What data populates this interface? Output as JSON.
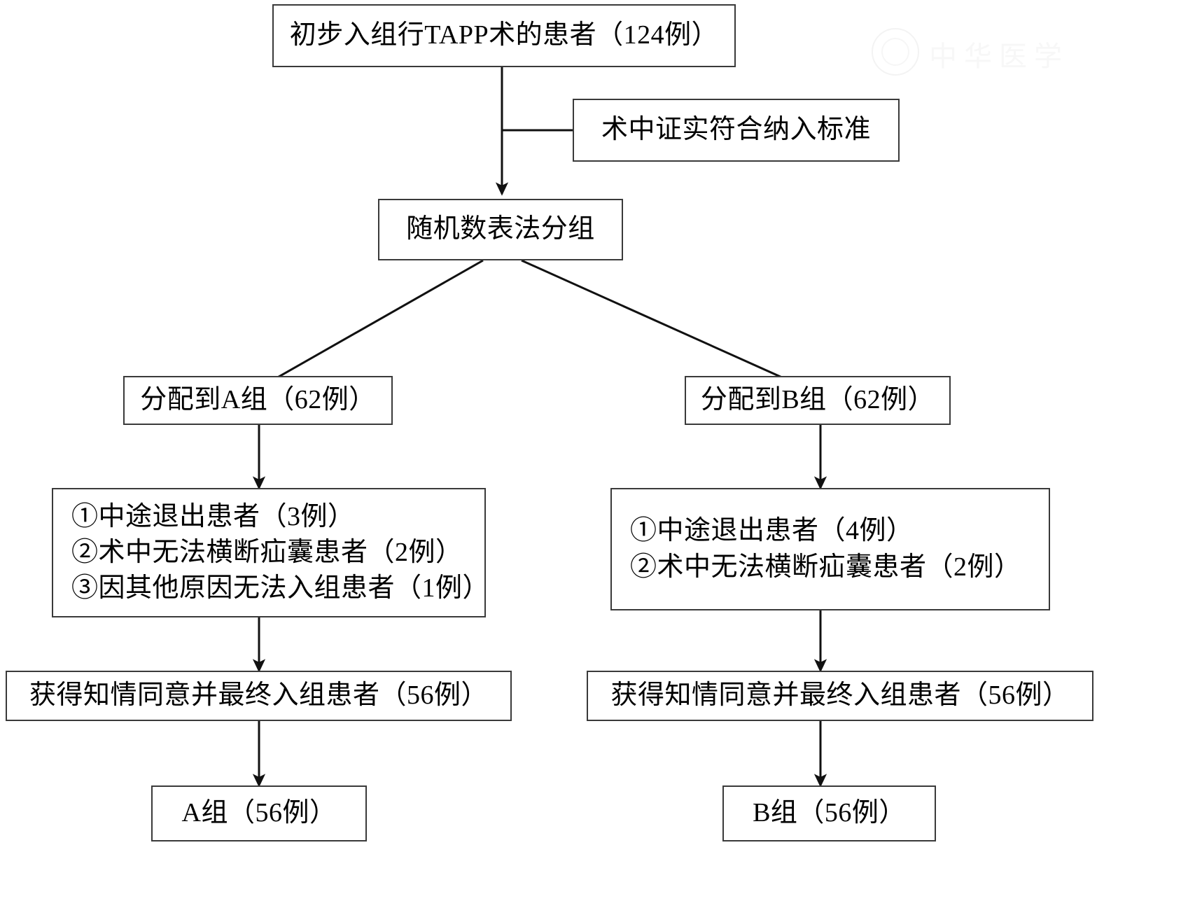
{
  "diagram": {
    "title": "TAPP 手术患者入组流程图",
    "type": "flowchart",
    "colors": {
      "border": "#3a3a3a",
      "background": "#ffffff",
      "text": "#000000",
      "watermark": "#e6e6e6"
    },
    "nodes": {
      "enrolled": {
        "id": "enrolled",
        "label": "初步入组行TAPP术的患者（124例）"
      },
      "criteria": {
        "id": "criteria",
        "label": "术中证实符合纳入标准"
      },
      "randomization": {
        "id": "randomization",
        "label": "随机数表法分组"
      },
      "group_a_alloc": {
        "id": "group-a-allocation",
        "label": "分配到A组（62例）"
      },
      "group_b_alloc": {
        "id": "group-b-allocation",
        "label": "分配到B组（62例）"
      },
      "group_a_exclusions": {
        "id": "group-a-exclusions",
        "lines": [
          "①中途退出患者（3例）",
          "②术中无法横断疝囊患者（2例）",
          "③因其他原因无法入组患者（1例）"
        ]
      },
      "group_b_exclusions": {
        "id": "group-b-exclusions",
        "lines": [
          "①中途退出患者（4例）",
          "②术中无法横断疝囊患者（2例）"
        ]
      },
      "group_a_consent": {
        "id": "group-a-consent",
        "label": "获得知情同意并最终入组患者（56例）"
      },
      "group_b_consent": {
        "id": "group-b-consent",
        "label": "获得知情同意并最终入组患者（56例）"
      },
      "group_a_final": {
        "id": "group-a-final",
        "label": "A组（56例）"
      },
      "group_b_final": {
        "id": "group-b-final",
        "label": "B组（56例）"
      }
    },
    "counts": {
      "initially_enrolled": 124,
      "allocated_group_a": 62,
      "allocated_group_b": 62,
      "group_a_withdrew": 3,
      "group_a_hernia_sac_not_transected": 2,
      "group_a_other_reasons": 1,
      "group_b_withdrew": 4,
      "group_b_hernia_sac_not_transected": 2,
      "group_a_final": 56,
      "group_b_final": 56
    },
    "watermark": {
      "emblem_name": "medical-association-emblem",
      "text": "中华医学"
    }
  }
}
